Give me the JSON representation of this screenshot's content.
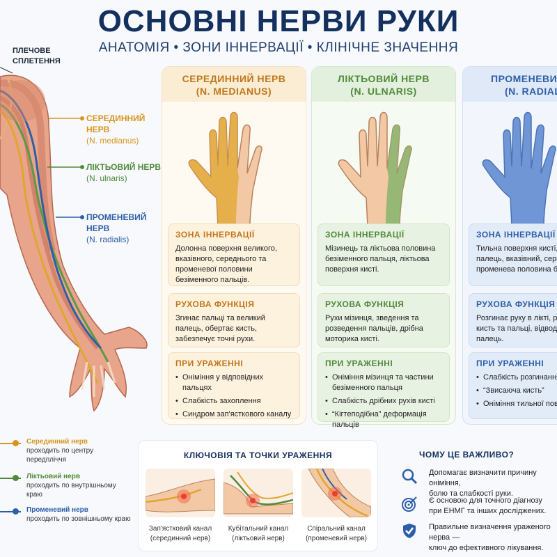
{
  "header": {
    "title": "ОСНОВНІ НЕРВИ РУКИ",
    "subtitle": "АНАТОМІЯ • ЗОНИ ІННЕРВАЦІЇ • КЛІНІЧНЕ ЗНАЧЕННЯ"
  },
  "arm": {
    "plexus": "ПЛЕЧОВЕ\nСПЛЕТЕННЯ",
    "labels": [
      {
        "name": "СЕРЕДИННИЙ НЕРВ",
        "latin": "(N. medianus)",
        "color": "#d9941f"
      },
      {
        "name": "ЛІКТЬОВИЙ НЕРВ",
        "latin": "(N. ulnaris)",
        "color": "#4f8a3a"
      },
      {
        "name": "ПРОМЕНЕВИЙ НЕРВ",
        "latin": "(N. radialis)",
        "color": "#2d5ea8"
      }
    ]
  },
  "columns": [
    {
      "key": "median",
      "title": "СЕРЕДИННИЙ НЕРВ",
      "latin": "(N. MEDIANUS)",
      "color": "#e0a62e",
      "zone_title": "ЗОНА ІННЕРВАЦІЇ",
      "zone_text": "Долонна поверхня великого, вказівного, середнього та променевої половини безіменного пальців.",
      "motor_title": "РУХОВА ФУНКЦІЯ",
      "motor_text": "Згинає пальці та великий палець, обертає кисть, забезпечує точні рухи.",
      "lesion_title": "ПРИ УРАЖЕННІ",
      "lesion_items": [
        "Оніміння у відповідних пальцях",
        "Слабкість захоплення",
        "Синдром зап'ясткового каналу"
      ]
    },
    {
      "key": "ulnar",
      "title": "ЛІКТЬОВИЙ НЕРВ",
      "latin": "(N. ULNARIS)",
      "color": "#7fb36a",
      "zone_title": "ЗОНА ІННЕРВАЦІЇ",
      "zone_text": "Мізинець та ліктьова половина безіменного пальця, ліктьова поверхня кисті.",
      "motor_title": "РУХОВА ФУНКЦІЯ",
      "motor_text": "Рухи мізинця, зведення та розведення пальців, дрібна моторика кисті.",
      "lesion_title": "ПРИ УРАЖЕННІ",
      "lesion_items": [
        "Оніміння мізинця та частини безіменного пальця",
        "Слабкість дрібних рухів кисті",
        "“Кігтеподібна” деформація пальців"
      ]
    },
    {
      "key": "radial",
      "title": "ПРОМЕНЕВИЙ НЕРВ",
      "latin": "(N. RADIALIS)",
      "color": "#5a86d0",
      "zone_title": "ЗОНА ІННЕРВАЦІЇ",
      "zone_text": "Тильна поверхня кисті, великий палець, вказівний, середній та променева половина безіменного.",
      "motor_title": "РУХОВА ФУНКЦІЯ",
      "motor_text": "Розгинає руку в лікті, розгинає кисть та пальці, відводить великий палець.",
      "lesion_title": "ПРИ УРАЖЕННІ",
      "lesion_items": [
        "Слабкість розгинання",
        "“Звисаюча кисть”",
        "Оніміння тильної поверхні"
      ]
    }
  ],
  "legend": [
    {
      "name": "Серединний нерв",
      "desc": "проходить по центру передпліччя",
      "color": "#d9941f"
    },
    {
      "name": "Ліктьовий нерв",
      "desc": "проходить по внутрішньому краю",
      "color": "#4f8a3a"
    },
    {
      "name": "Променевий нерв",
      "desc": "проходить по зовнішньому краю",
      "color": "#2d5ea8"
    }
  ],
  "points": {
    "title": "КЛЮЧОВІЯ ТА ТОЧКИ УРАЖЕННЯ",
    "items": [
      {
        "caption": "Зап'ястковий канал\n(серединний нерв)"
      },
      {
        "caption": "Кубітальний канал\n(ліктьовий нерв)"
      },
      {
        "caption": "Спіральний канал\n(променевий нерв)"
      }
    ]
  },
  "why": {
    "title": "ЧОМУ ЦЕ ВАЖЛИВО?",
    "items": [
      {
        "icon": "search-icon",
        "text": "Допомагає визначити причину оніміння,\nболю та слабкості руки."
      },
      {
        "icon": "target-icon",
        "text": "Є основою для точного діагнозу\nпри ЕНМГ та інших досліджених."
      },
      {
        "icon": "shield-check-icon",
        "text": "Правильне визначення ураженого нерва —\nключ до ефективного лікування."
      }
    ]
  }
}
